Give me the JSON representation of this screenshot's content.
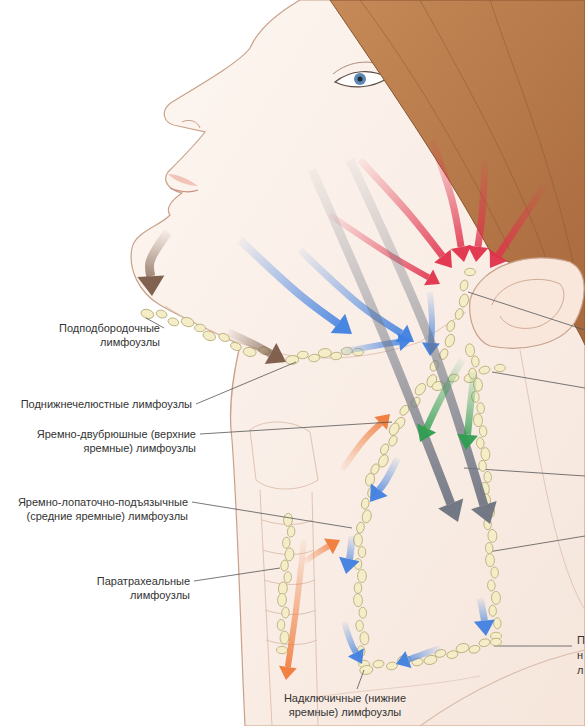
{
  "diagram": {
    "labels": [
      "Подподбородочные лимфоузлы",
      "Поднижнечелюстные лимфоузлы",
      "Яремно-двубрюшные (верхние яремные) лимфоузлы",
      "Яремно-лопаточно-подъязычные (средние яремные) лимфоузлы",
      "Паратрахеальные лимфоузлы",
      "Надключичные (нижние яремные) лимфоузлы",
      "П",
      "н",
      "л"
    ]
  }
}
